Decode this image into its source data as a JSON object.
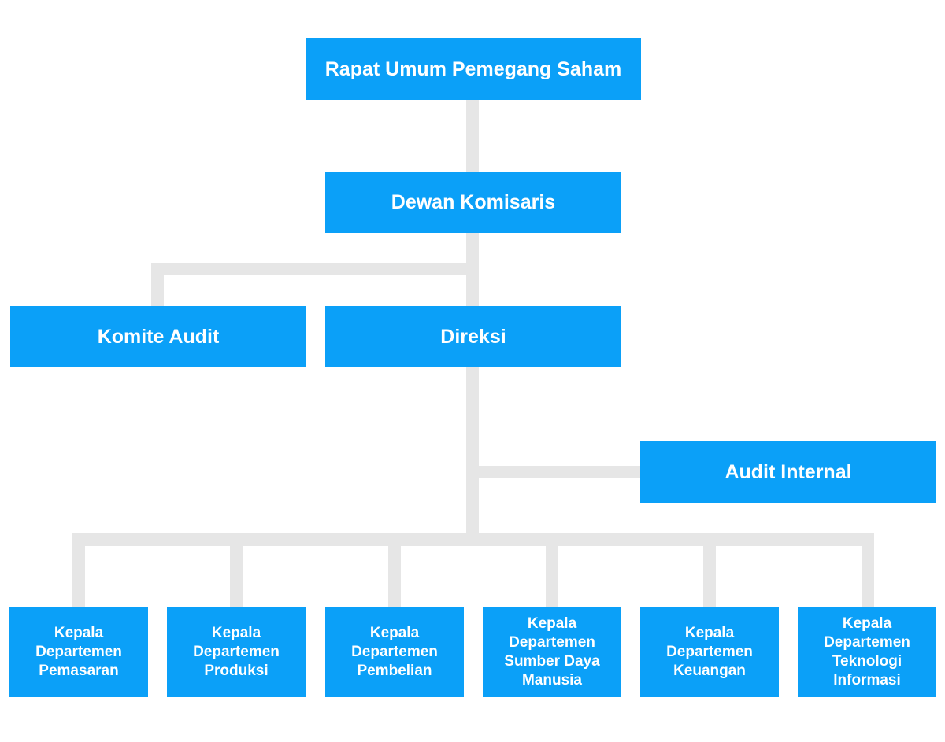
{
  "chart": {
    "root": "Rapat Umum Pemegang Saham",
    "commissioners": "Dewan Komisaris",
    "audit_committee": "Komite Audit",
    "directors": "Direksi",
    "internal_audit": "Audit Internal",
    "departments": [
      "Kepala Departemen Pemasaran",
      "Kepala Departemen Produksi",
      "Kepala Departemen Pembelian",
      "Kepala Departemen Sumber Daya Manusia",
      "Kepala Departemen Keuangan",
      "Kepala Departemen Teknologi Informasi"
    ]
  },
  "colors": {
    "box": "#0ba0f8",
    "connector": "#e6e6e6",
    "text": "#ffffff"
  }
}
